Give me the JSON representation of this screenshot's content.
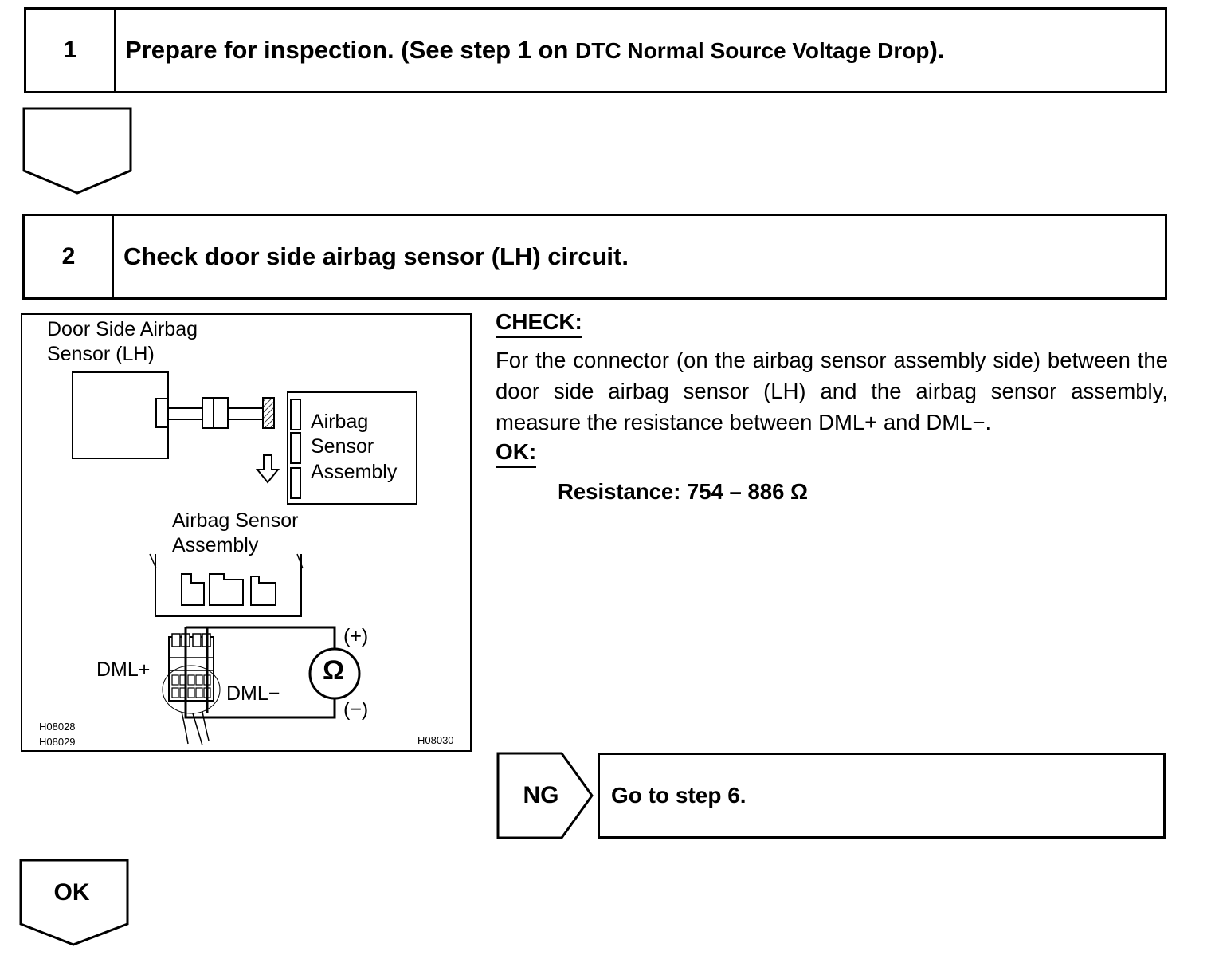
{
  "step1": {
    "number": "1",
    "text_main": "Prepare for inspection. (See step 1 on ",
    "text_sub": "DTC Normal Source Voltage Drop",
    "text_end": ")."
  },
  "step2": {
    "number": "2",
    "text": "Check door side airbag sensor (LH) circuit."
  },
  "figure": {
    "door_sensor_label_line1": "Door Side Airbag",
    "door_sensor_label_line2": "Sensor (LH)",
    "assembly_label_line1": "Airbag",
    "assembly_label_line2": "Sensor",
    "assembly_label_line3": "Assembly",
    "connector_label_line1": "Airbag Sensor",
    "connector_label_line2": "Assembly",
    "dml_plus": "DML+",
    "dml_minus": "DML−",
    "plus_terminal": "(+)",
    "minus_terminal": "(−)",
    "ohm_symbol": "Ω",
    "code_1": "H08028",
    "code_2": "H08029",
    "code_3": "H08030"
  },
  "check": {
    "heading": "CHECK:",
    "body": "For the connector (on the airbag sensor assembly side) between the door side airbag sensor (LH) and the airbag sensor assembly, measure the resistance between DML+ and DML−.",
    "ok_heading": "OK:",
    "spec": "Resistance: 754 – 886 Ω"
  },
  "ng": {
    "label": "NG",
    "action": "Go to step 6."
  },
  "ok_arrow": {
    "label": "OK"
  }
}
